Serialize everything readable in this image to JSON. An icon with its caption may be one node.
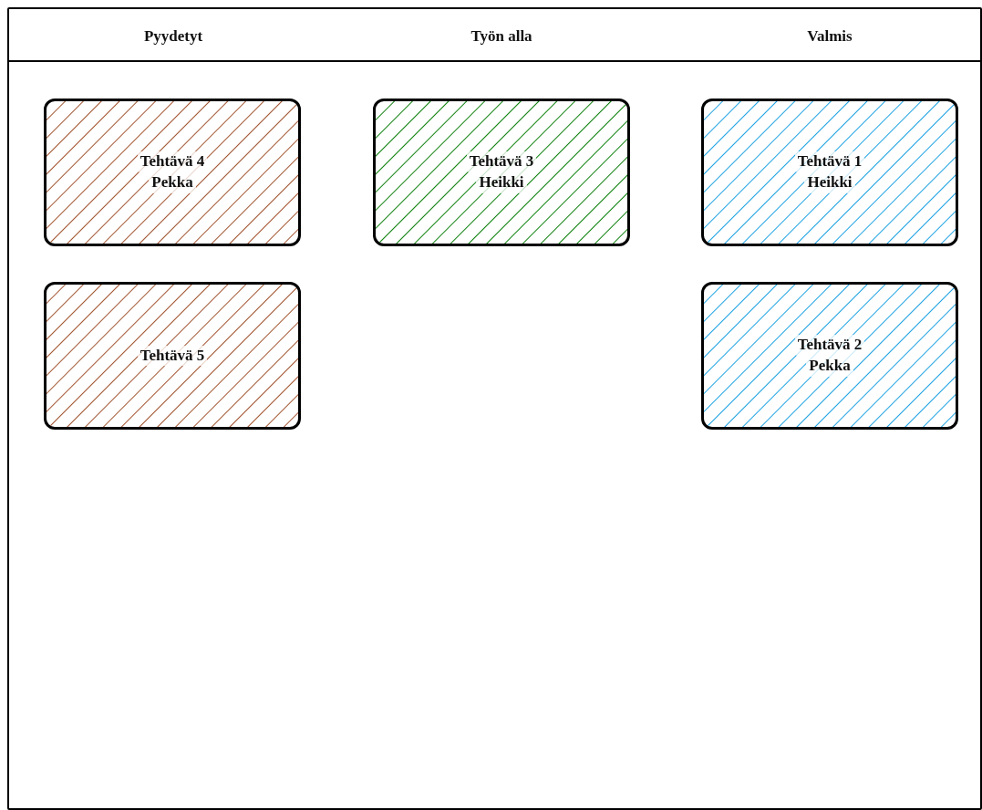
{
  "diagram": {
    "nodes": [
      {
        "text": [
          "Pyydetyt",
          "Työn alla",
          "Valmis"
        ]
      },
      {
        "text": [
          "Tehtävä 4",
          "Pekka"
        ],
        "in": 0
      },
      {
        "text": [
          "Tehtävä 3",
          "Heikki"
        ],
        "in": 0
      },
      {
        "text": [
          "Tehtävä 1",
          "Heikki"
        ],
        "in": 0
      },
      {
        "text": [
          "Tehtävä 5"
        ],
        "in": 0
      },
      {
        "text": [
          "Tehtävä 2",
          "Pekka"
        ],
        "in": 0
      }
    ],
    "edges": []
  }
}
